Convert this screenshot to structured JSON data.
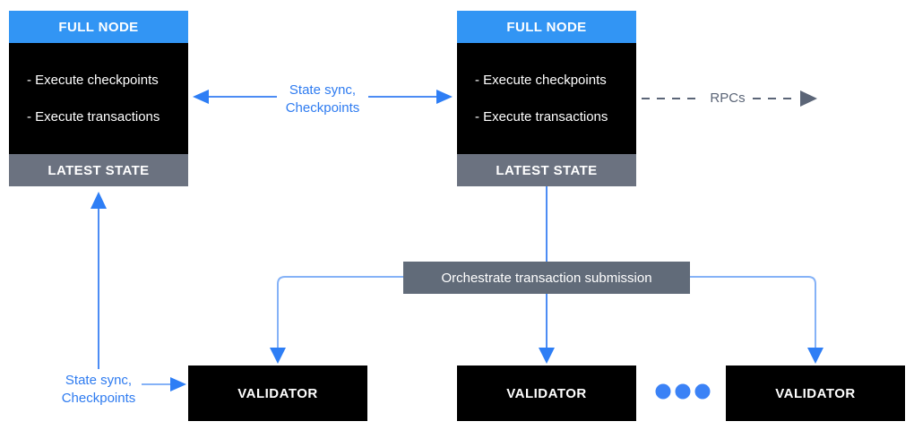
{
  "colors": {
    "header_blue": "#3295f4",
    "arrow_blue": "#4c8cf4",
    "branch_line_blue": "#85b2f7",
    "arrowhead_blue": "#2e7ef5",
    "label_blue": "#2e7bf0",
    "ellipsis_blue": "#3b82f6",
    "footer_gray": "#6b7280",
    "orchestrate_gray": "#616b79",
    "rpc_gray": "#5b6577",
    "node_black": "#000000"
  },
  "full_nodes": [
    {
      "title": "FULL NODE",
      "body_lines": [
        "- Execute checkpoints",
        "- Execute transactions"
      ],
      "footer": "LATEST STATE"
    },
    {
      "title": "FULL NODE",
      "body_lines": [
        "- Execute checkpoints",
        "- Execute transactions"
      ],
      "footer": "LATEST STATE"
    }
  ],
  "validators": [
    {
      "label": "VALIDATOR"
    },
    {
      "label": "VALIDATOR"
    },
    {
      "label": "VALIDATOR"
    }
  ],
  "labels": {
    "sync_top_line1": "State sync,",
    "sync_top_line2": "Checkpoints",
    "sync_left_line1": "State sync,",
    "sync_left_line2": "Checkpoints",
    "rpcs": "RPCs",
    "orchestrate": "Orchestrate transaction submission"
  },
  "ellipsis": {
    "dot_count": 3
  }
}
